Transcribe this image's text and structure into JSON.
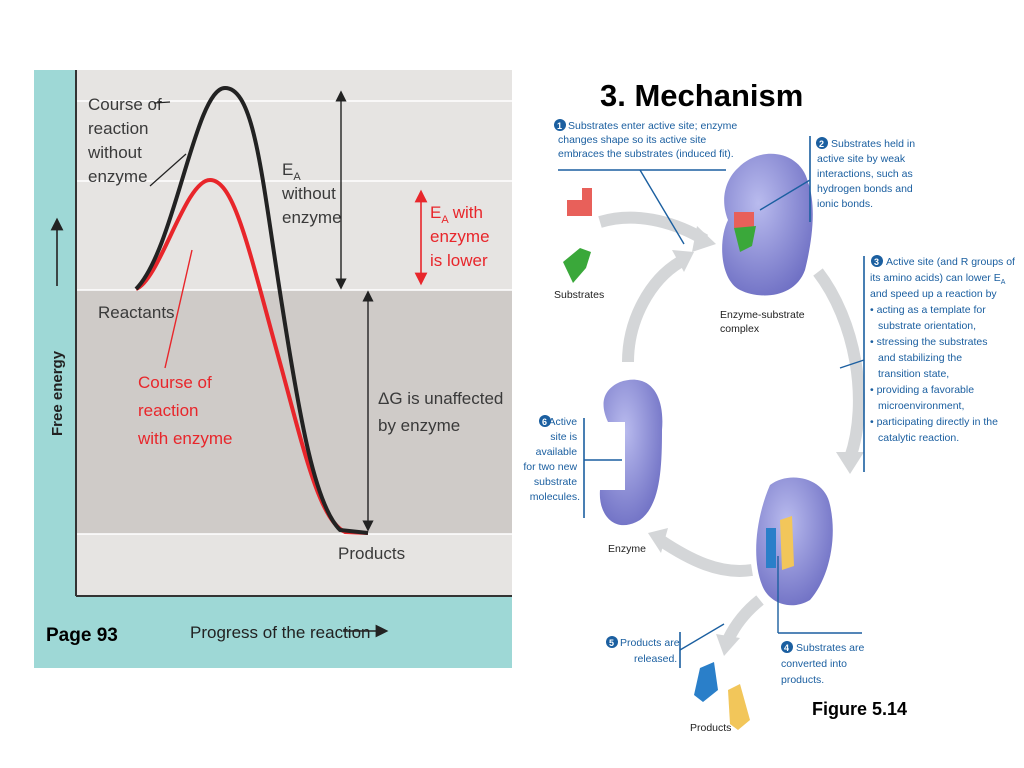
{
  "slide": {
    "title": "3. Mechanism",
    "figure_label": "Figure 5.14",
    "page_label": "Page 93"
  },
  "energy_diagram": {
    "y_axis_label": "Free energy",
    "x_axis_label": "Progress of the reaction",
    "course_without_enzyme": [
      "Course of",
      "reaction",
      "without",
      "enzyme"
    ],
    "ea_without_enzyme": [
      "E",
      "without",
      "enzyme"
    ],
    "ea_with_enzyme": [
      "E",
      "with",
      "enzyme",
      "is lower"
    ],
    "ea_subscript": "A",
    "reactants_label": "Reactants",
    "course_with_enzyme": [
      "Course of",
      "reaction",
      "with enzyme"
    ],
    "delta_g": [
      "ΔG is unaffected",
      "by enzyme"
    ],
    "products_label": "Products",
    "colors": {
      "teal_frame": "#9ed8d6",
      "upper_band": "#e6e4e2",
      "lower_band": "#cfcbc8",
      "uncatalyzed_curve": "#222222",
      "catalyzed_curve": "#e8262b"
    }
  },
  "cycle": {
    "step1": [
      "Substrates enter active site; enzyme",
      "changes shape so its active site",
      "embraces the substrates (induced fit)."
    ],
    "step2": [
      "Substrates held in",
      "active site by weak",
      "interactions, such as",
      "hydrogen bonds and",
      "ionic bonds."
    ],
    "step3": [
      "Active site (and R groups of",
      "its amino acids) can lower E",
      "and speed up a reaction by",
      "• acting as a template for",
      "substrate orientation,",
      "• stressing the substrates",
      "and stabilizing the",
      "transition state,",
      "• providing a favorable",
      "microenvironment,",
      "• participating directly in the",
      "catalytic reaction."
    ],
    "step4": [
      "Substrates are",
      "converted into",
      "products."
    ],
    "step5": [
      "Products are",
      "released."
    ],
    "step6": [
      "Active",
      "site is",
      "available",
      "for two new",
      "substrate",
      "molecules."
    ],
    "step_numbers": [
      "1",
      "2",
      "3",
      "4",
      "5",
      "6"
    ],
    "substrates_label": "Substrates",
    "complex_label": [
      "Enzyme-substrate",
      "complex"
    ],
    "enzyme_label": "Enzyme",
    "products_label": "Products",
    "colors": {
      "callout_blue": "#1b5fa0",
      "enzyme_purple": "#8e8fd6",
      "substrate_red": "#e8605a",
      "substrate_green": "#3aa83a",
      "product_blue": "#2a7fc9",
      "product_yellow": "#f2c65a",
      "arrow_gray": "#d4d6d8"
    }
  }
}
